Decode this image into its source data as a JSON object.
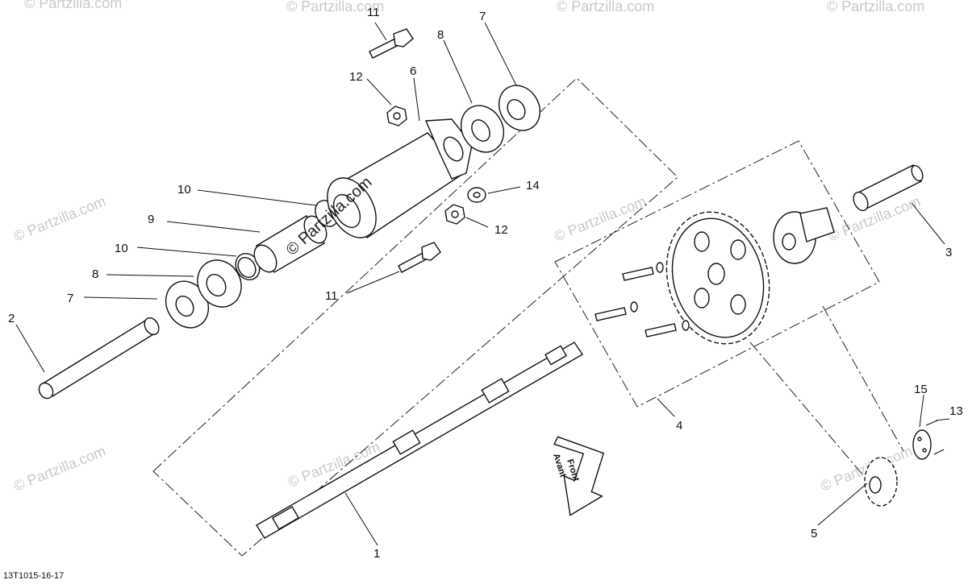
{
  "watermarks": [
    "© Partzilla.com",
    "© Partzilla.com",
    "© Partzilla.com",
    "© Partzilla.com",
    "© Partzilla.com",
    "© Partzilla.com",
    "© Partzilla.com",
    "© Partzilla.com",
    "© Partzilla.com",
    "© Partzilla.com"
  ],
  "callouts": {
    "c1": "1",
    "c2": "2",
    "c3": "3",
    "c4": "4",
    "c5": "5",
    "c6": "6",
    "c7a": "7",
    "c7b": "7",
    "c8a": "8",
    "c8b": "8",
    "c9": "9",
    "c10a": "10",
    "c10b": "10",
    "c11a": "11",
    "c11b": "11",
    "c12a": "12",
    "c12b": "12",
    "c13": "13",
    "c14": "14",
    "c15": "15"
  },
  "front_arrow": {
    "line1": "Front",
    "line2": "Avant"
  },
  "reference_code": "13T1015-16-17"
}
